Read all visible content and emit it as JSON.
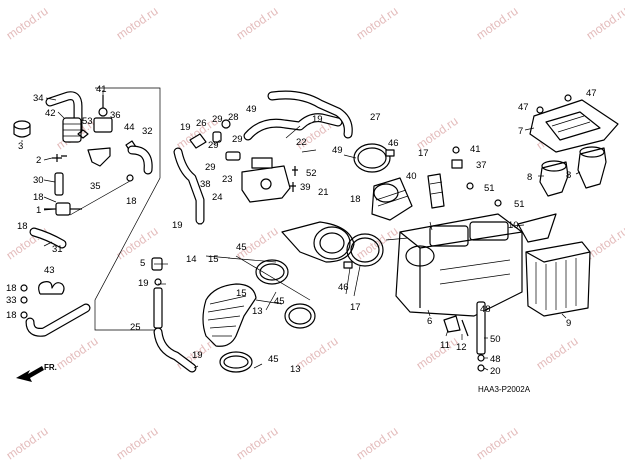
{
  "diagram_code": "HAA3-P2002A",
  "direction_marker": "FR.",
  "watermark_text": "motod.ru",
  "part_labels": {
    "p34": "34",
    "p41a": "41",
    "p36": "36",
    "p42": "42",
    "p53": "53",
    "p3": "3",
    "p44": "44",
    "p32": "32",
    "p2": "2",
    "p35": "35",
    "p30": "30",
    "p18a": "18",
    "p1": "1",
    "p18b": "18",
    "p18c": "18",
    "p31": "31",
    "p43": "43",
    "p18d": "18",
    "p33": "33",
    "p18e": "18",
    "p19a": "19",
    "p26": "26",
    "p29a": "29",
    "p28": "28",
    "p49a": "49",
    "p19b": "19",
    "p27": "27",
    "p29b": "29",
    "p29c": "29",
    "p22": "22",
    "p46a": "46",
    "p17a": "17",
    "p41b": "41",
    "p37": "37",
    "p29d": "29",
    "p38": "38",
    "p23": "23",
    "p52": "52",
    "p39": "39",
    "p21": "21",
    "p40": "40",
    "p51a": "51",
    "p18f": "18",
    "p49b": "49",
    "p24": "24",
    "p19c": "19",
    "p51b": "51",
    "p47a": "47",
    "p47b": "47",
    "p7": "7",
    "p8a": "8",
    "p8b": "8",
    "p10": "10",
    "p45a": "45",
    "p5": "5",
    "p14": "14",
    "p15a": "15",
    "p19d": "19",
    "p46b": "46",
    "p17b": "17",
    "p25": "25",
    "p15b": "15",
    "p45b": "45",
    "p13a": "13",
    "p6": "6",
    "p11": "11",
    "p12": "12",
    "p50": "50",
    "p48a": "48",
    "p48b": "48",
    "p20": "20",
    "p9": "9",
    "p19e": "19",
    "p45c": "45",
    "p13b": "13"
  }
}
